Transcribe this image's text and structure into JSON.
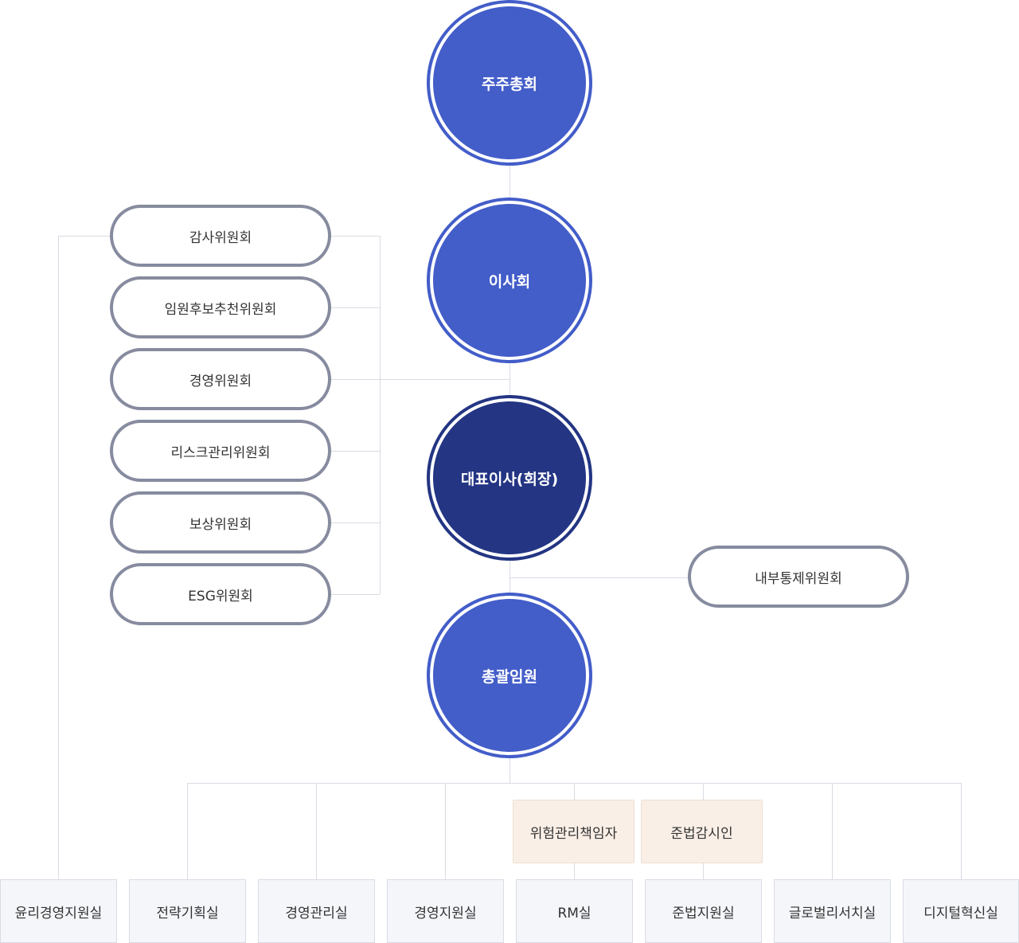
{
  "top": {
    "shareholders": "주주총회",
    "board": "이사회",
    "ceo": "대표이사(회장)",
    "executives": "총괄임원"
  },
  "committees": [
    "감사위원회",
    "임원후보추천위원회",
    "경영위원회",
    "리스크관리위원회",
    "보상위원회",
    "ESG위원회"
  ],
  "internal_control": "내부통제위원회",
  "officers": [
    "위험관리책임자",
    "준법감시인"
  ],
  "departments": [
    "윤리경영지원실",
    "전략기획실",
    "경영관리실",
    "경영지원실",
    "RM실",
    "준법지원실",
    "글로벌리서치실",
    "디지털혁신실"
  ],
  "colors": {
    "circle_blue": "#435dc9",
    "circle_navy": "#233583",
    "pill_border": "#878b9f",
    "connector": "#d9dbe3",
    "dept_bg": "#f5f6fa",
    "officer_bg": "#faefe7"
  }
}
